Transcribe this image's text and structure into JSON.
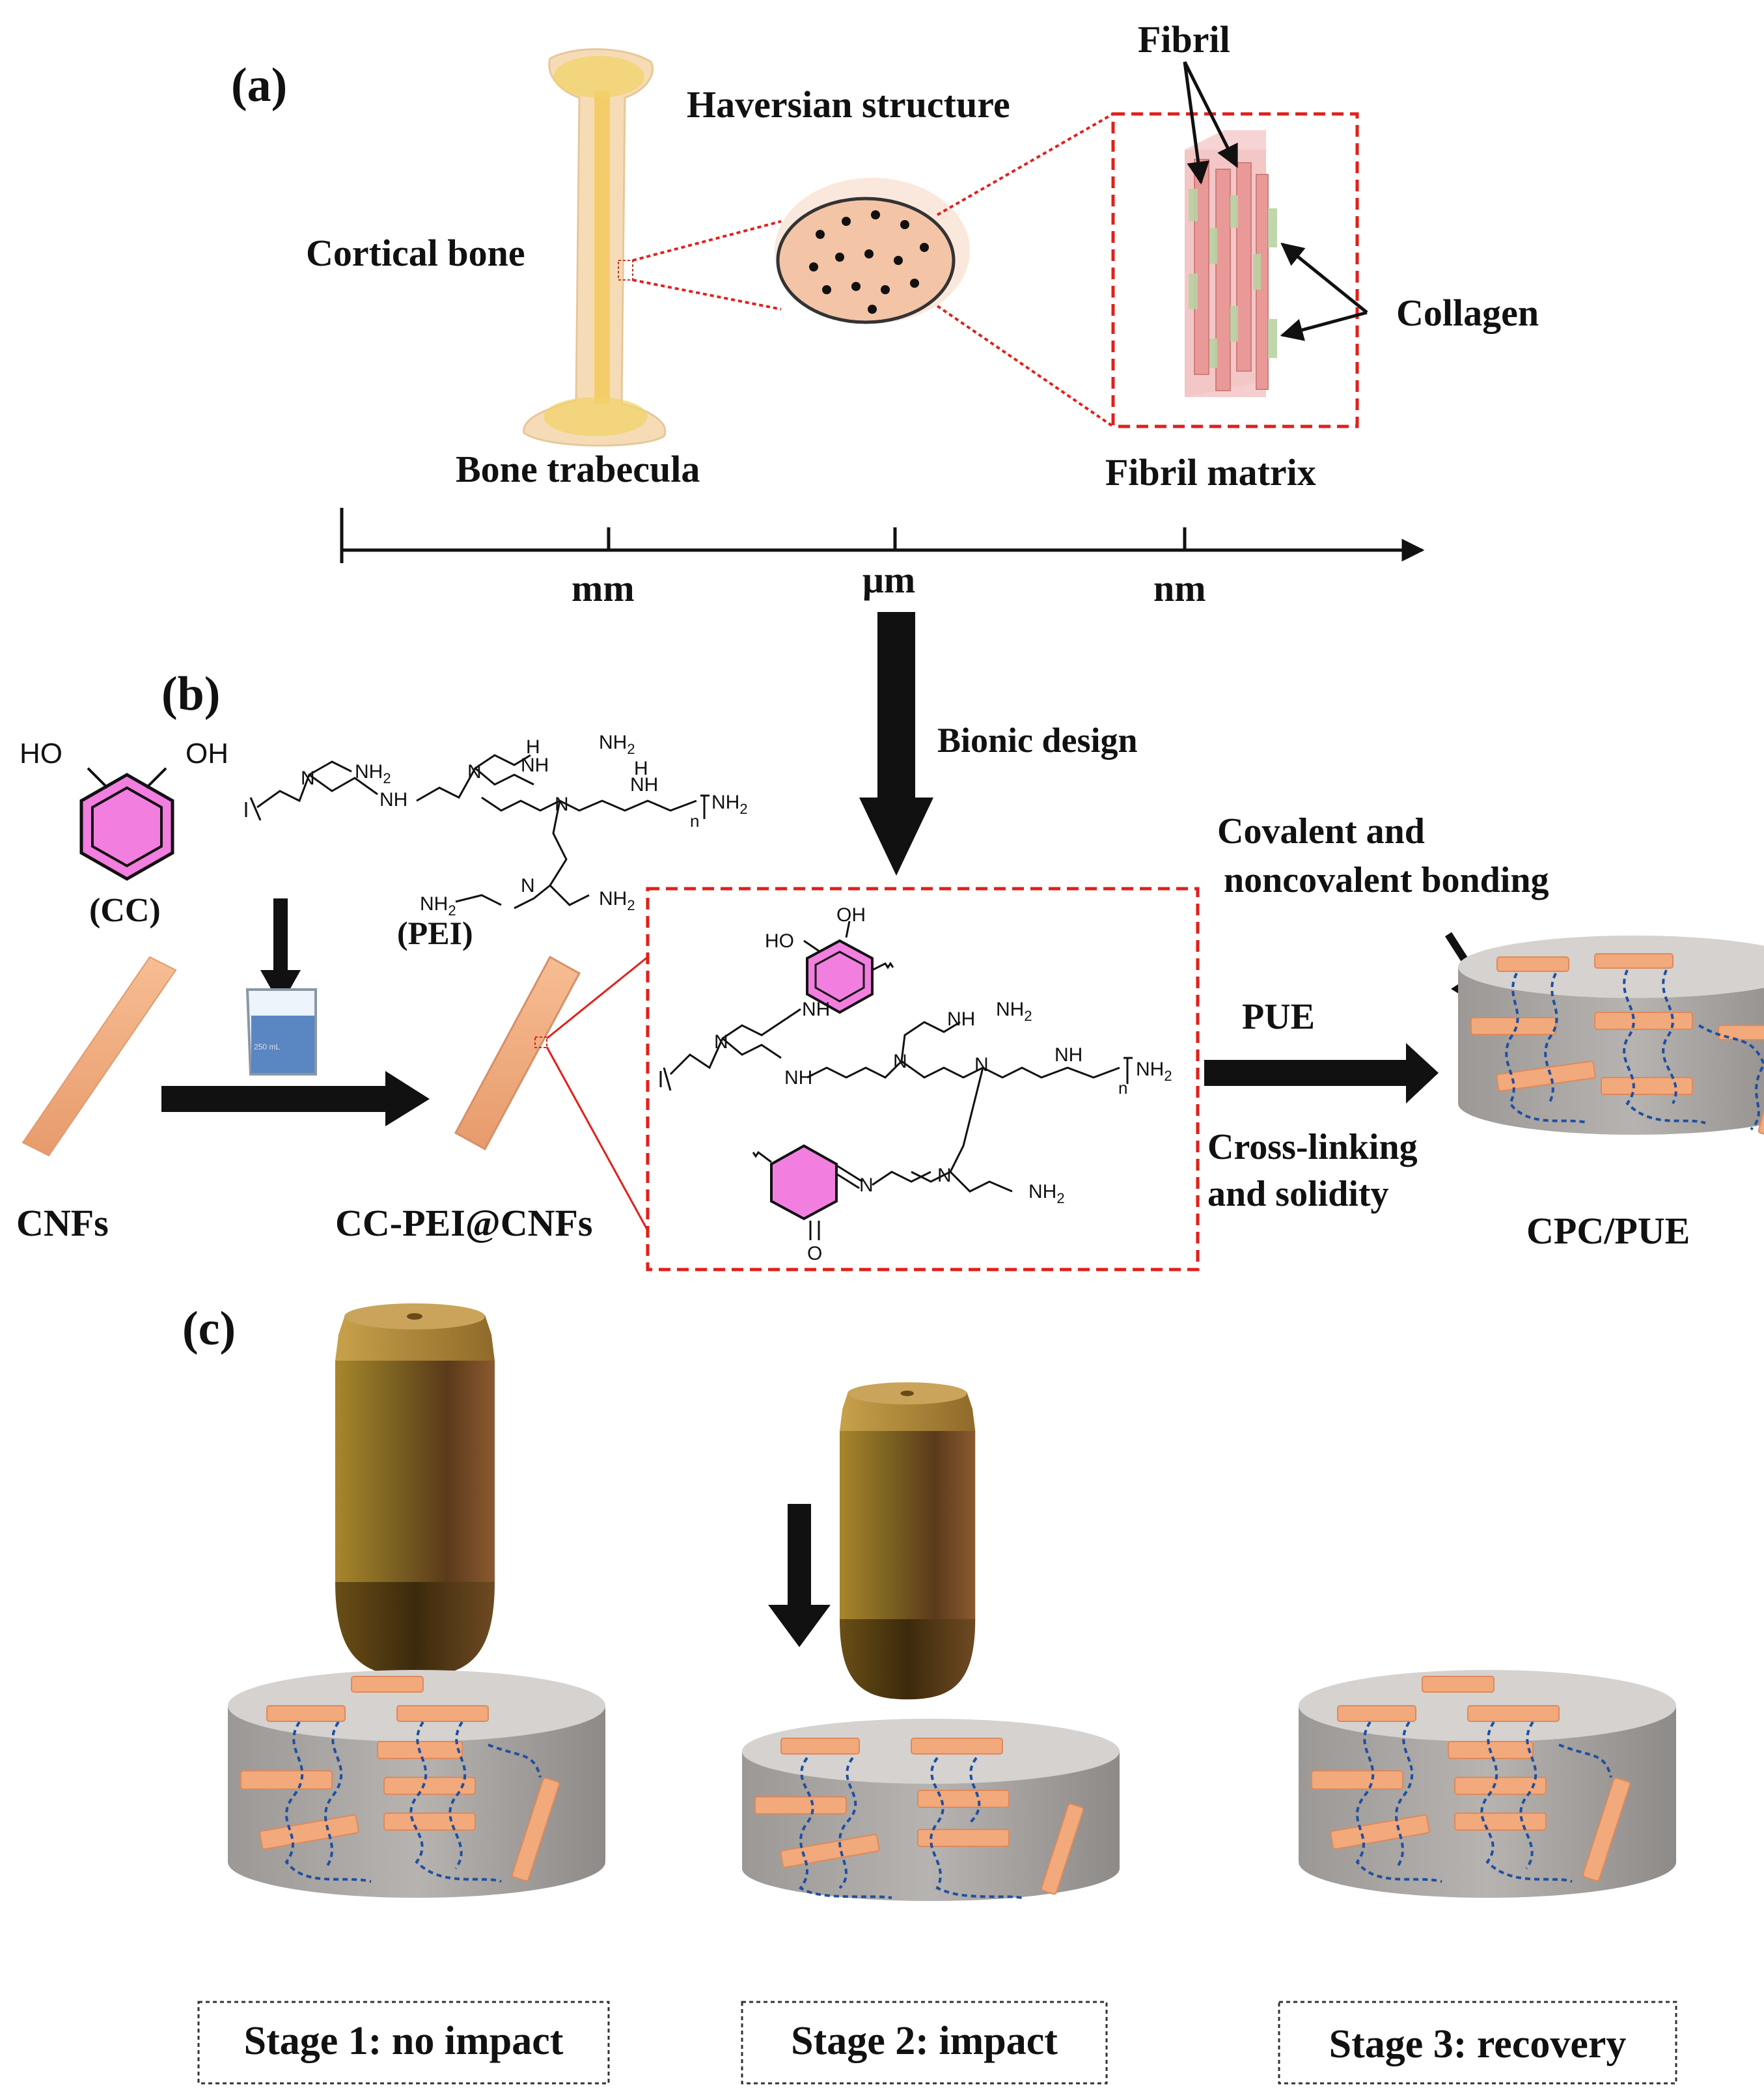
{
  "panels": {
    "a": {
      "label": "(a)",
      "cortical_bone": "Cortical bone",
      "bone_trabecula": "Bone trabecula",
      "haversian": "Haversian structure",
      "fibril": "Fibril",
      "collagen": "Collagen",
      "fibril_matrix": "Fibril matrix",
      "scale_ticks": [
        "mm",
        "μm",
        "nm"
      ]
    },
    "b": {
      "label": "(b)",
      "cc": "(CC)",
      "pei": "(PEI)",
      "cnfs": "CNFs",
      "cc_pei_cnfs": "CC-PEI@CNFs",
      "bionic_design": "Bionic design",
      "pue": "PUE",
      "cross_linking_1": "Cross-linking",
      "cross_linking_2": "and solidity",
      "bonding_1": "Covalent and",
      "bonding_2": "noncovalent bonding",
      "cpc_pue": "CPC/PUE",
      "chem": {
        "ho": "HO",
        "oh": "OH",
        "nh2": "NH",
        "nh2_sub": "2",
        "nh": "NH",
        "n": "N",
        "h": "H",
        "sub_n": "n",
        "o": "O",
        "beaker_label": "250 mL"
      }
    },
    "c": {
      "label": "(c)",
      "stages": [
        "Stage 1: no impact",
        "Stage 2: impact",
        "Stage 3: recovery"
      ]
    }
  },
  "colors": {
    "bone": "#f6dcb6",
    "marrow": "#f2c94c",
    "fiber": "#f2a97b",
    "ring": "#d4198a",
    "ring_fill": "#f27ee0",
    "dashed_red": "#e0201b",
    "cylinder": "#a9a6a4",
    "network": "#1f4fa0",
    "bullet_brass": "#9c7a2c"
  }
}
